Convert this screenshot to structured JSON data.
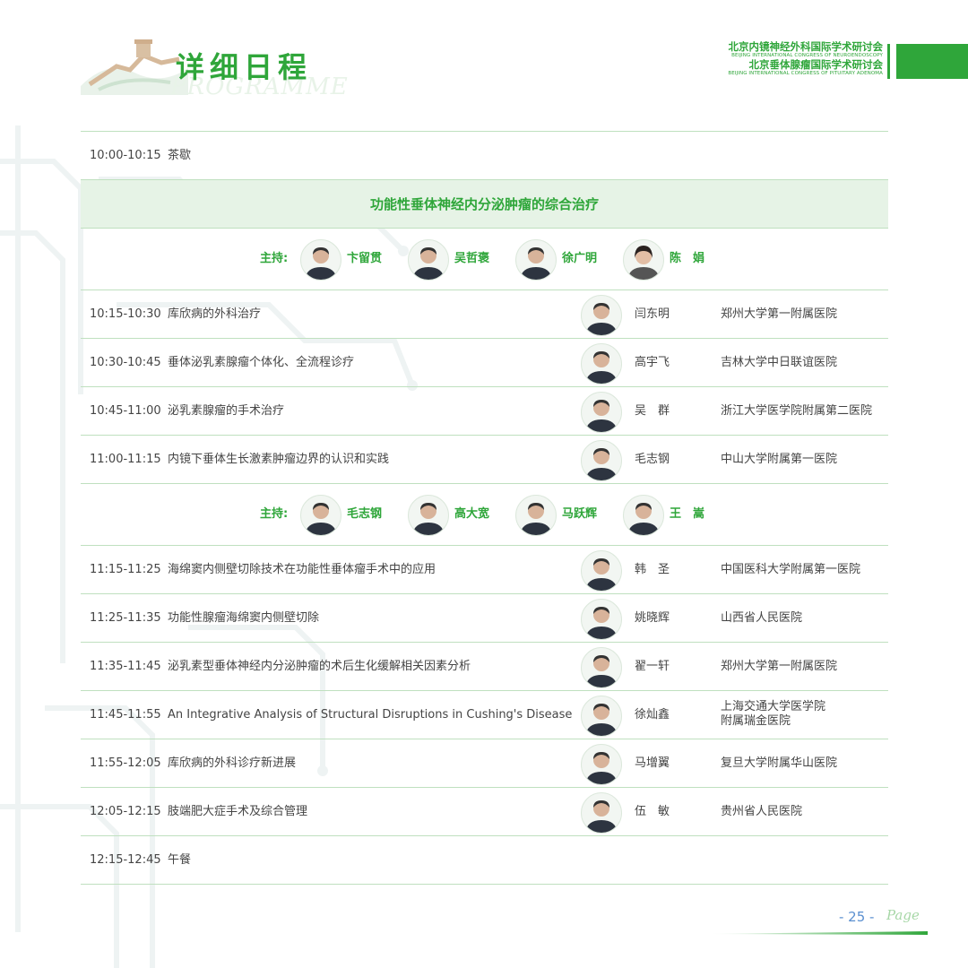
{
  "header": {
    "title_cn": "详细日程",
    "title_en": "PROGRAMME",
    "congress": [
      {
        "cn": "北京内镜神经外科国际学术研讨会",
        "en": "BEIJING INTERNATIONAL CONGRESS OF NEUROENDOSCOPY"
      },
      {
        "cn": "北京垂体腺瘤国际学术研讨会",
        "en": "BEIJING INTERNATIONAL CONGRESS OF PITUITARY ADENOMA"
      }
    ],
    "accent_color": "#2fa63a"
  },
  "schedule": {
    "break1": {
      "time": "10:00-10:15",
      "topic": "茶歇"
    },
    "section_title": "功能性垂体神经内分泌肿瘤的综合治疗",
    "chair_label": "主持:",
    "chairs1": [
      "卞留贯",
      "吴哲褒",
      "徐广明",
      "陈　娟"
    ],
    "block1": [
      {
        "time": "10:15-10:30",
        "topic": "库欣病的外科治疗",
        "speaker": "闫东明",
        "institution": "郑州大学第一附属医院"
      },
      {
        "time": "10:30-10:45",
        "topic": "垂体泌乳素腺瘤个体化、全流程诊疗",
        "speaker": "高宇飞",
        "institution": "吉林大学中日联谊医院"
      },
      {
        "time": "10:45-11:00",
        "topic": "泌乳素腺瘤的手术治疗",
        "speaker": "吴　群",
        "institution": "浙江大学医学院附属第二医院"
      },
      {
        "time": "11:00-11:15",
        "topic": "内镜下垂体生长激素肿瘤边界的认识和实践",
        "speaker": "毛志钢",
        "institution": "中山大学附属第一医院"
      }
    ],
    "chairs2": [
      "毛志钢",
      "高大宽",
      "马跃辉",
      "王　嵩"
    ],
    "block2": [
      {
        "time": "11:15-11:25",
        "topic": "海绵窦内侧壁切除技术在功能性垂体瘤手术中的应用",
        "speaker": "韩　圣",
        "institution": "中国医科大学附属第一医院"
      },
      {
        "time": "11:25-11:35",
        "topic": "功能性腺瘤海绵窦内侧壁切除",
        "speaker": "姚晓辉",
        "institution": "山西省人民医院"
      },
      {
        "time": "11:35-11:45",
        "topic": "泌乳素型垂体神经内分泌肿瘤的术后生化缓解相关因素分析",
        "speaker": "翟一轩",
        "institution": "郑州大学第一附属医院"
      },
      {
        "time": "11:45-11:55",
        "topic": "An Integrative Analysis of Structural Disruptions in Cushing's Disease",
        "speaker": "徐灿鑫",
        "institution": "上海交通大学医学院\n附属瑞金医院"
      },
      {
        "time": "11:55-12:05",
        "topic": "库欣病的外科诊疗新进展",
        "speaker": "马增翼",
        "institution": "复旦大学附属华山医院"
      },
      {
        "time": "12:05-12:15",
        "topic": "肢端肥大症手术及综合管理",
        "speaker": "伍　敏",
        "institution": "贵州省人民医院"
      }
    ],
    "lunch": {
      "time": "12:15-12:45",
      "topic": "午餐"
    }
  },
  "footer": {
    "page_number": "- 25 -",
    "page_word": "Page"
  }
}
